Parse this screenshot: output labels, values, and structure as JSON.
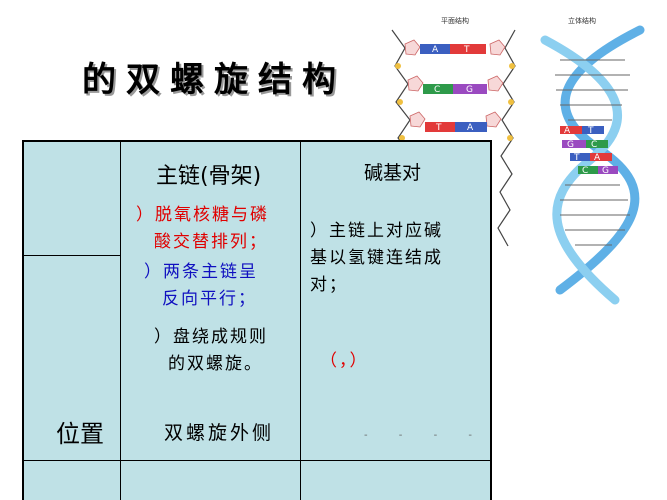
{
  "slide": {
    "title": "的双螺旋结构"
  },
  "diagram": {
    "planar_label": "平面结构",
    "stereo_label": "立体结构",
    "planar_pairs": [
      {
        "left": "A",
        "right": "T",
        "left_color": "#3b5fc0",
        "right_color": "#e23a3a"
      },
      {
        "left": "C",
        "right": "G",
        "left_color": "#2e9a4a",
        "right_color": "#9a4ac0"
      },
      {
        "left": "T",
        "right": "A",
        "left_color": "#e23a3a",
        "right_color": "#3b5fc0"
      }
    ],
    "stereo_pairs": [
      {
        "left": "A",
        "right": "T"
      },
      {
        "left": "G",
        "right": "C"
      },
      {
        "left": "T",
        "right": "A"
      },
      {
        "left": "C",
        "right": "G"
      }
    ]
  },
  "table": {
    "header": {
      "main_chain": "主链(骨架)",
      "base_pairs": "碱基对"
    },
    "main_chain_points": {
      "p1_line1": "）脱氧核糖与磷",
      "p1_line2": "酸交替排列；",
      "p2_line1": "）两条主链呈",
      "p2_line2": "反向平行；",
      "p3_line1": "）盘绕成规则",
      "p3_line2": "的双螺旋。"
    },
    "base_pair_points": {
      "p1_line1": "）主链上对应碱",
      "p1_line2": "基以氢键连结成",
      "p1_line3": "对；",
      "p2": "（，）"
    },
    "position_row": {
      "label": "位置",
      "main_chain_value": "双螺旋外侧",
      "base_pairs_value": "- - - -"
    }
  }
}
